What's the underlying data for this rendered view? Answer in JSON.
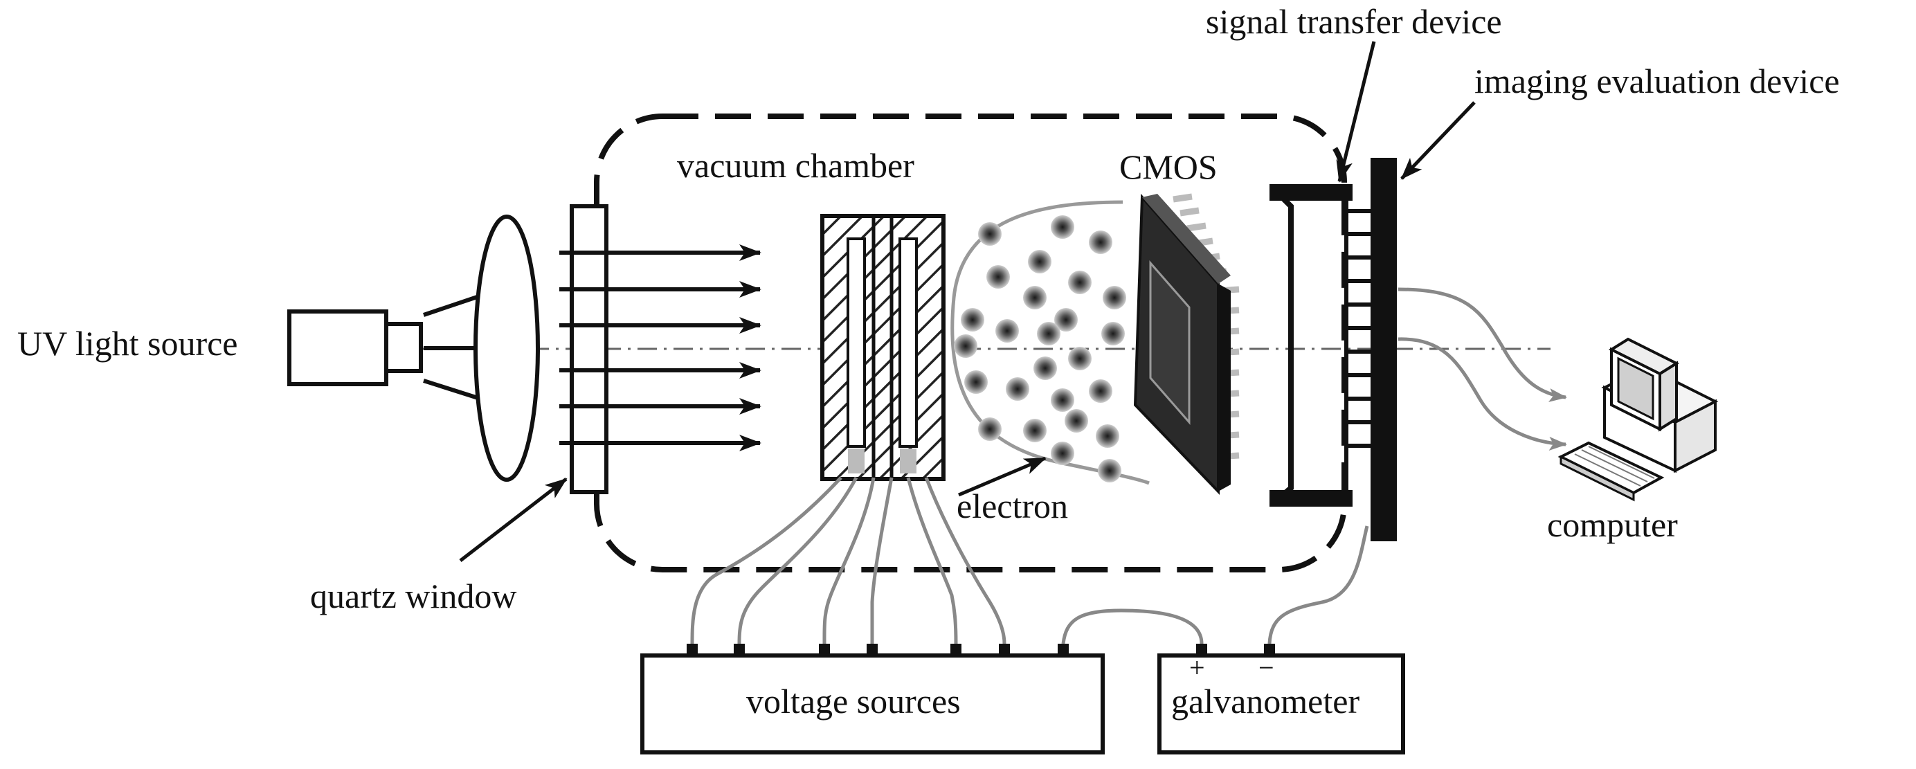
{
  "labels": {
    "uv_light_source": "UV light source",
    "quartz_window": "quartz window",
    "vacuum_chamber": "vacuum chamber",
    "cmos": "CMOS",
    "electron": "electron",
    "signal_transfer_device": "signal transfer device",
    "imaging_evaluation_device": "imaging evaluation device",
    "computer": "computer",
    "voltage_sources": "voltage sources",
    "galvanometer": "galvanometer",
    "plus": "+",
    "minus": "−"
  },
  "colors": {
    "ink": "#111111",
    "gray_wire": "#8a8a8a",
    "cmos_dark": "#2a2a2a",
    "electron": "#666666"
  }
}
